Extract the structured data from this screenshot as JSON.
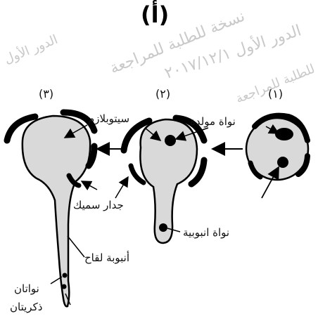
{
  "title": "(أ)",
  "watermark": {
    "line1": "الدور الأول",
    "line2": "الدور الأول ٢٠١٧/١٢/١",
    "line3": "نسخة للطلبة للمراجعة",
    "line4": "نسخة للطلبة للمراجعة"
  },
  "stages": [
    {
      "number": "(١)"
    },
    {
      "number": "(٢)"
    },
    {
      "number": "(٣)"
    }
  ],
  "labels": {
    "generative_nucleus": "نواة مولدة",
    "cytoplasm": "سيتوبلازم",
    "thick_wall": "جدار سميك",
    "tube_nucleus": "نواة انبوبية",
    "pollen_tube": "أنبوبة لقاح",
    "male_nuclei_line1": "نواتان",
    "male_nuclei_line2": "ذكريتان"
  },
  "colors": {
    "outline": "#000000",
    "wall": "#000000",
    "cell_fill": "#d9d9d9",
    "watermark": "#c9c9c9"
  }
}
